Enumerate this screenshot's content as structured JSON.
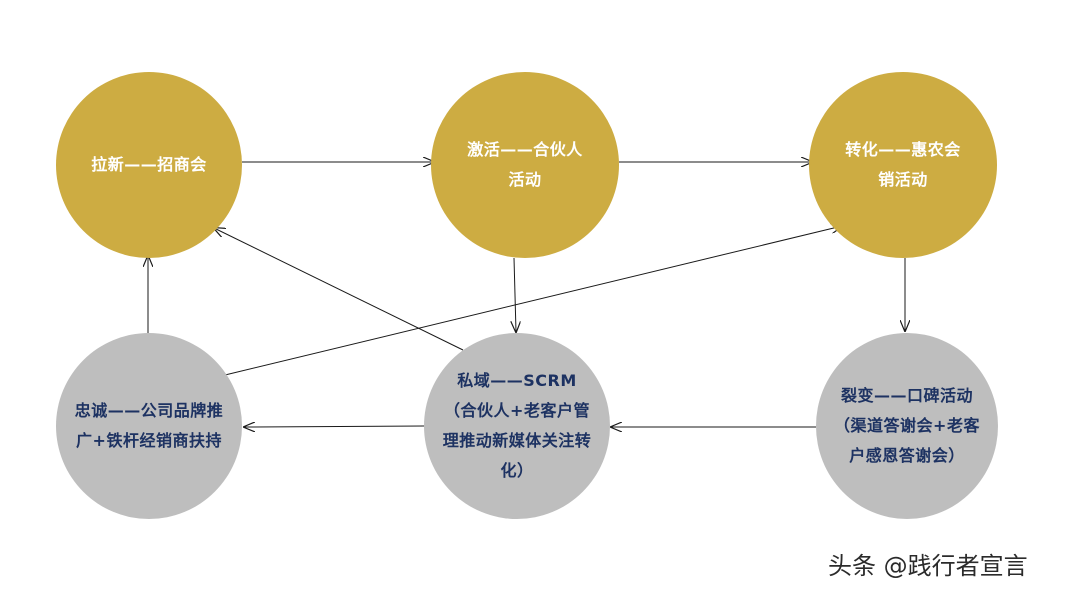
{
  "nodes": {
    "lax": "拉新——招商会",
    "jihuo": "激活——合伙人活动",
    "zhuanhua": "转化——惠农会销活动",
    "zhongcheng": "忠诚——公司品牌推广+铁杆经销商扶持",
    "siyu": "私域——SCRM（合伙人+老客户管理推动新媒体关注转化）",
    "liebian": "裂变——口碑活动（渠道答谢会+老客户感恩答谢会）"
  },
  "watermark": "头条 @践行者宣言",
  "colors": {
    "gold": "#cdac42",
    "grey": "#bebebe",
    "gold_text": "#ffffff",
    "grey_text": "#1d3262",
    "arrow": "#1a1a1a"
  }
}
